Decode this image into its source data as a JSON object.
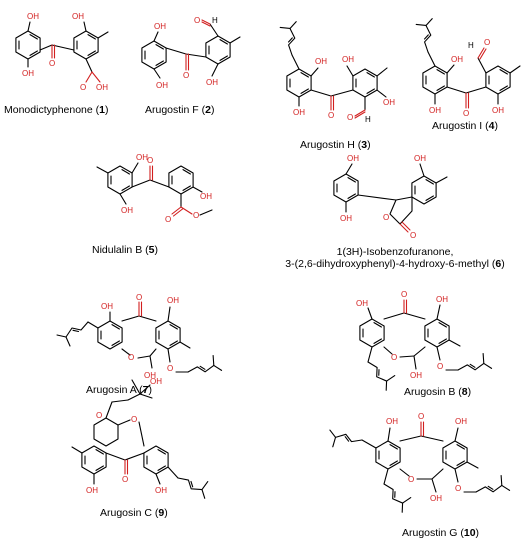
{
  "atoms": {
    "OH": "OH",
    "O": "O",
    "H": "H"
  },
  "compounds": [
    {
      "id": "monodictyphenone",
      "name": "Monodictyphenone (",
      "num": "1",
      "close": ")"
    },
    {
      "id": "arugostin-f",
      "name": "Arugostin F (",
      "num": "2",
      "close": ")"
    },
    {
      "id": "arugostin-h",
      "name": "Arugostin H (",
      "num": "3",
      "close": ")"
    },
    {
      "id": "arugostin-i",
      "name": "Arugostin I (",
      "num": "4",
      "close": ")"
    },
    {
      "id": "nidulalin-b",
      "name": "Nidulalin B (",
      "num": "5",
      "close": ")"
    },
    {
      "id": "isobenzofuranone",
      "name": "1(3H)-Isobenzofuranone,",
      "name2": "3-(2,6-dihydroxyphenyl)-4-hydroxy-6-methyl (",
      "num": "6",
      "close": ")"
    },
    {
      "id": "arugosin-a",
      "name": "Arugosin A (",
      "num": "7",
      "close": ")"
    },
    {
      "id": "arugosin-b",
      "name": "Arugosin B (",
      "num": "8",
      "close": ")"
    },
    {
      "id": "arugosin-c",
      "name": "Arugosin C (",
      "num": "9",
      "close": ")"
    },
    {
      "id": "arugostin-g",
      "name": "Arugostin G (",
      "num": "10",
      "close": ")"
    }
  ]
}
